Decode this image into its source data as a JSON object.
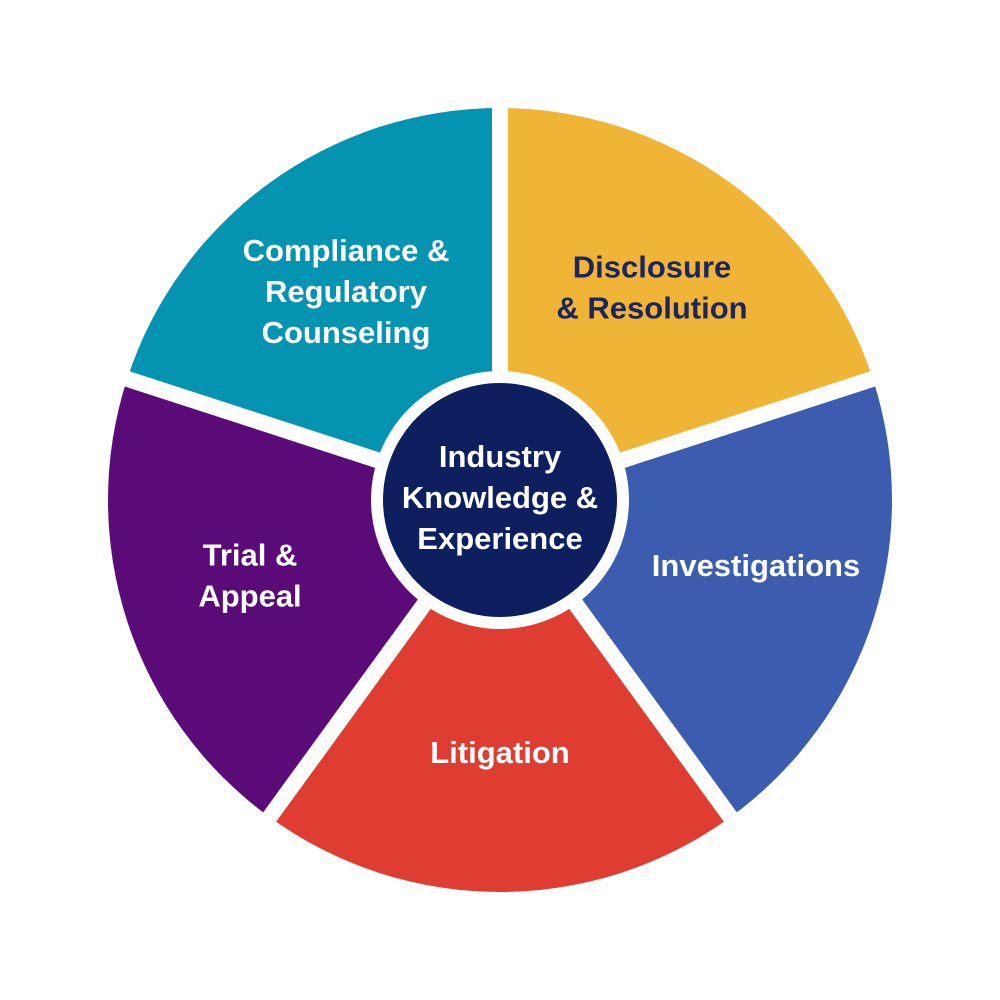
{
  "center": {
    "lines": [
      "Industry",
      "Knowledge &",
      "Experience"
    ],
    "color": "#0d1f5f",
    "text_color": "#ffffff"
  },
  "segments": [
    {
      "lines": [
        "Disclosure",
        "& Resolution"
      ],
      "color": "#f0b537",
      "text_color": "#1b2660"
    },
    {
      "lines": [
        "Investigations"
      ],
      "color": "#3c5caf",
      "text_color": "#ffffff"
    },
    {
      "lines": [
        "Litigation"
      ],
      "color": "#df3d32",
      "text_color": "#ffffff"
    },
    {
      "lines": [
        "Trial &",
        "Appeal"
      ],
      "color": "#5a0b78",
      "text_color": "#ffffff"
    },
    {
      "lines": [
        "Compliance &",
        "Regulatory",
        "Counseling"
      ],
      "color": "#0493b1",
      "text_color": "#ffffff"
    }
  ]
}
